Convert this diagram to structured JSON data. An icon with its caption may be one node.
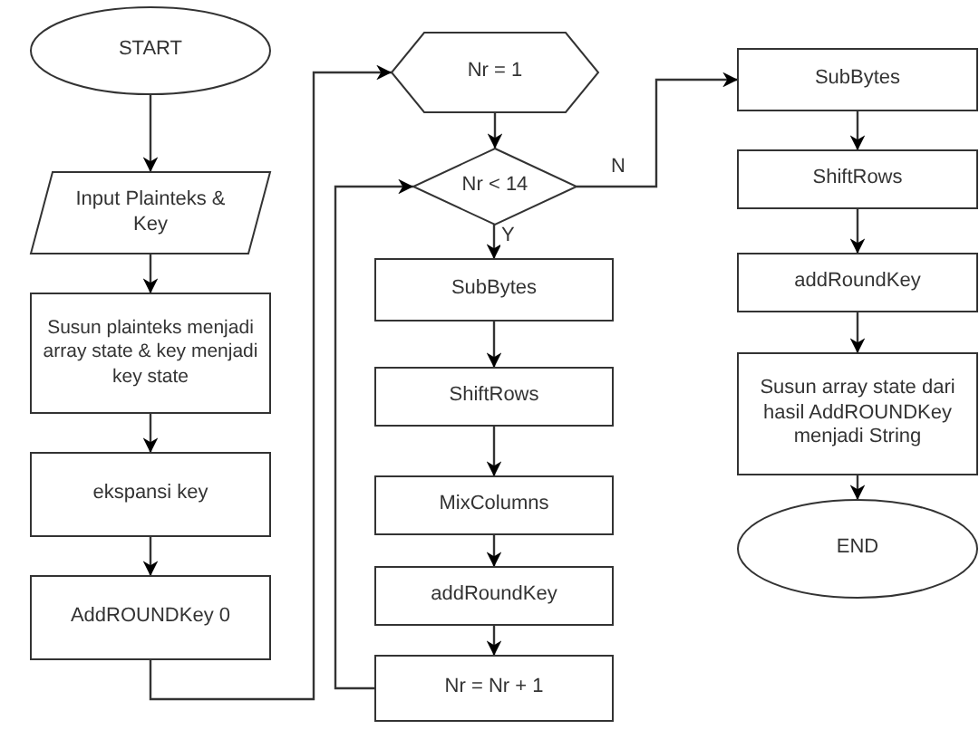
{
  "diagram": {
    "nodes": [
      {
        "text": [
          "START"
        ]
      },
      {
        "text": [
          "Input Plainteks & Key"
        ]
      },
      {
        "text": [
          "Susun plainteks menjadi array state & key menjadi key state"
        ]
      },
      {
        "text": [
          "ekspansi key"
        ]
      },
      {
        "text": [
          "AddROUNDKey 0"
        ]
      },
      {
        "text": [
          "Nr = 1"
        ]
      },
      {
        "text": [
          "Nr < 14"
        ]
      },
      {
        "text": [
          "SubBytes"
        ]
      },
      {
        "text": [
          "ShiftRows"
        ]
      },
      {
        "text": [
          "MixColumns"
        ]
      },
      {
        "text": [
          "addRoundKey"
        ]
      },
      {
        "text": [
          "Nr = Nr + 1"
        ]
      },
      {
        "text": [
          "SubBytes"
        ]
      },
      {
        "text": [
          "ShiftRows"
        ]
      },
      {
        "text": [
          "addRoundKey"
        ]
      },
      {
        "text": [
          "Susun array state dari hasil AddROUNDKey menjadi String"
        ]
      },
      {
        "text": [
          "END"
        ]
      }
    ],
    "edges": [
      {
        "from": 0,
        "to": 1,
        "arrow": "to"
      },
      {
        "from": 1,
        "to": 2,
        "arrow": "to"
      },
      {
        "from": 2,
        "to": 3,
        "arrow": "to"
      },
      {
        "from": 3,
        "to": 4,
        "arrow": "to"
      },
      {
        "from": 4,
        "to": 5,
        "arrow": "to"
      },
      {
        "from": 5,
        "to": 6,
        "arrow": "to"
      },
      {
        "from": 6,
        "to": 7,
        "arrow": "to",
        "label": "Y"
      },
      {
        "from": 7,
        "to": 8,
        "arrow": "to"
      },
      {
        "from": 8,
        "to": 9,
        "arrow": "to"
      },
      {
        "from": 9,
        "to": 10,
        "arrow": "to"
      },
      {
        "from": 10,
        "to": 11,
        "arrow": "to"
      },
      {
        "from": 11,
        "to": 6,
        "arrow": "to"
      },
      {
        "from": 6,
        "to": 12,
        "arrow": "to",
        "label": "N"
      },
      {
        "from": 12,
        "to": 13,
        "arrow": "to"
      },
      {
        "from": 13,
        "to": 14,
        "arrow": "to"
      },
      {
        "from": 14,
        "to": 15,
        "arrow": "to"
      },
      {
        "from": 15,
        "to": 16,
        "arrow": "to"
      }
    ]
  }
}
